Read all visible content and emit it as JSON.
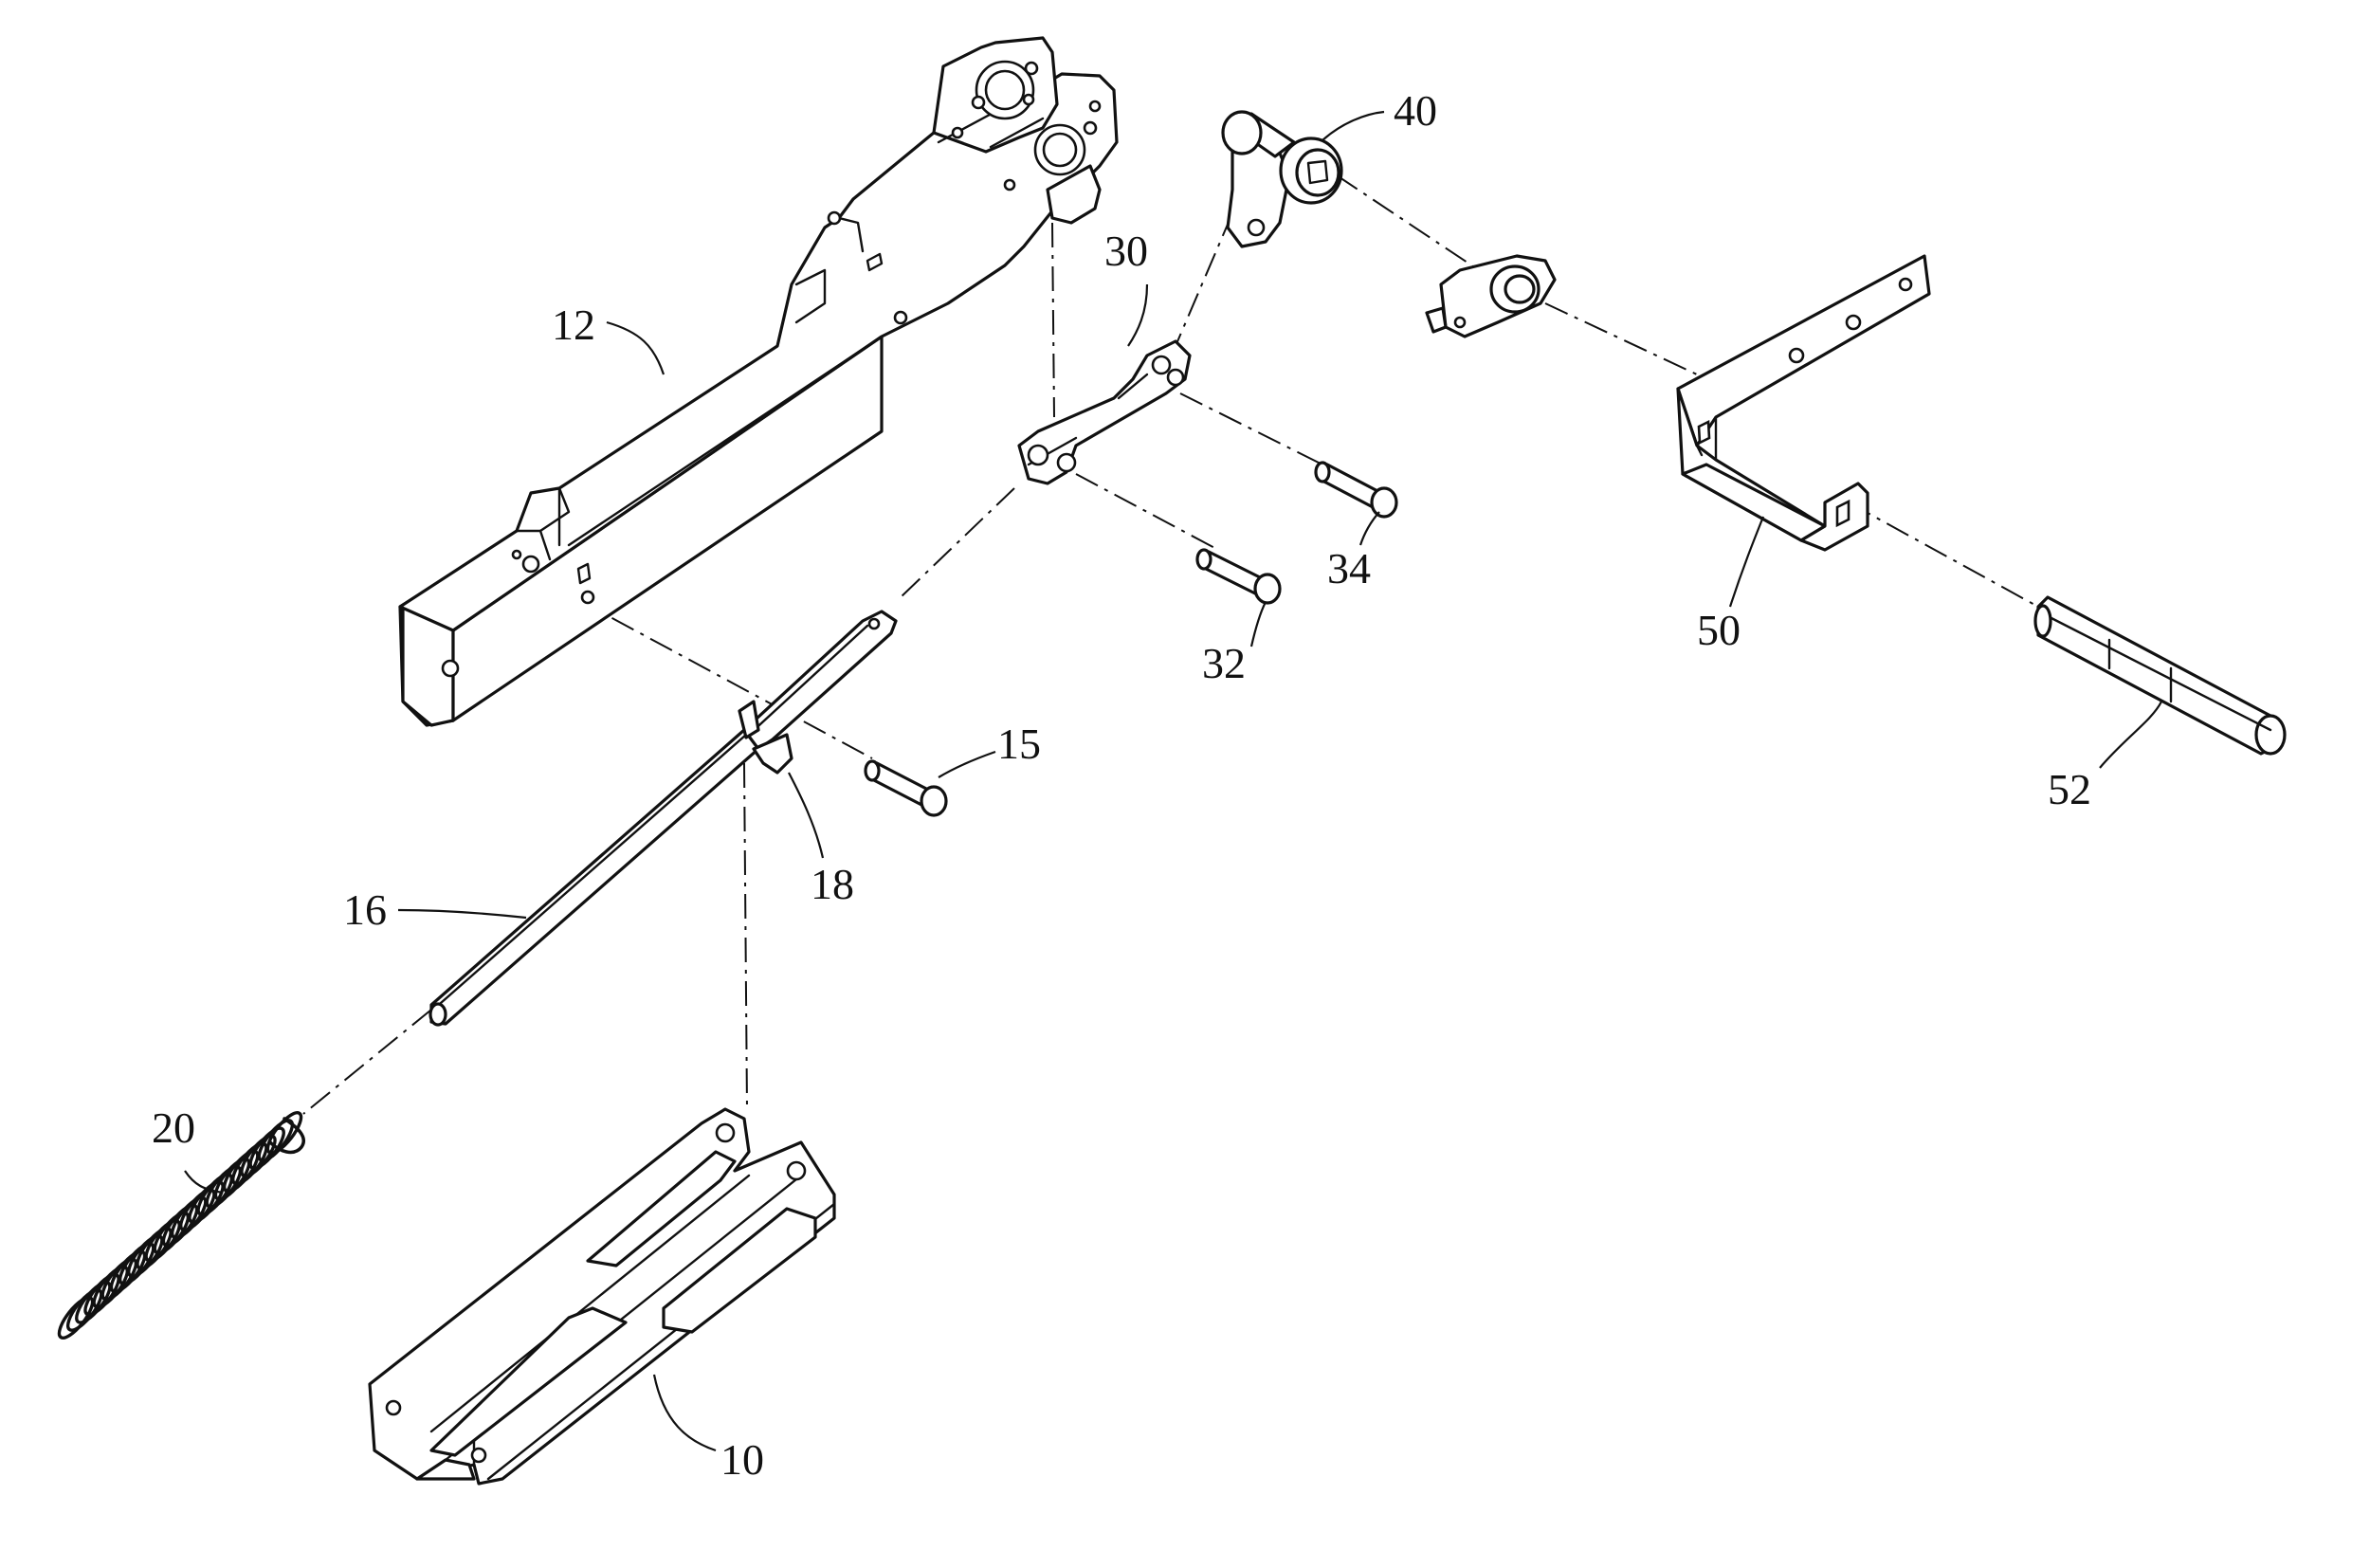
{
  "labels": {
    "part_10": "10",
    "part_12": "12",
    "part_15": "15",
    "part_16": "16",
    "part_18": "18",
    "part_20": "20",
    "part_30": "30",
    "part_32": "32",
    "part_34": "34",
    "part_40": "40",
    "part_50": "50",
    "part_52": "52"
  },
  "colors": {
    "line": "#111111",
    "background": "#ffffff"
  }
}
